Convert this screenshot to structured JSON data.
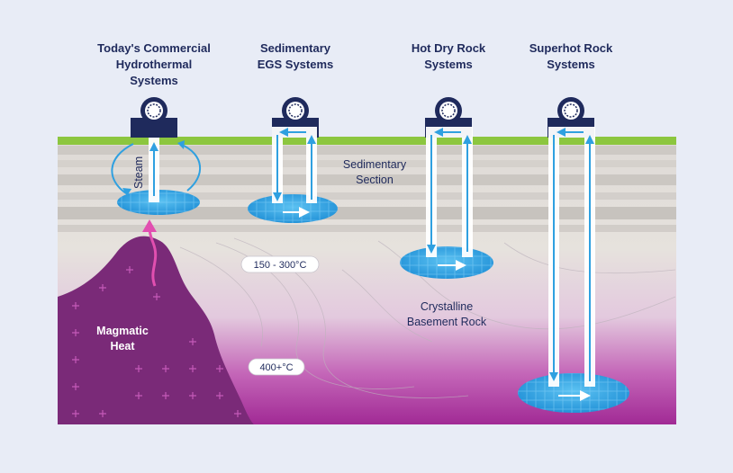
{
  "systems": [
    {
      "line1": "Today's Commercial",
      "line2": "Hydrothermal",
      "line3": "Systems"
    },
    {
      "line1": "Sedimentary",
      "line2": "EGS Systems"
    },
    {
      "line1": "Hot Dry Rock",
      "line2": "Systems"
    },
    {
      "line1": "Superhot Rock",
      "line2": "Systems"
    }
  ],
  "labels": {
    "steam": "Steam",
    "sedimentary_1": "Sedimentary",
    "sedimentary_2": "Section",
    "crystalline_1": "Crystalline",
    "crystalline_2": "Basement Rock",
    "magmatic_1": "Magmatic",
    "magmatic_2": "Heat",
    "temp_low": "150 - 300°C",
    "temp_high": "400+°C"
  },
  "colors": {
    "background": "#e8ecf6",
    "ground_strip": "#8cc63f",
    "sediment": "#d8d6d2",
    "basement": "#e0dcd6",
    "magenta": "#9a1f8e",
    "magma": "#7a2a78",
    "reservoir": "#2fa0e0",
    "turbine_body": "#1f2a5c",
    "pipe_arrow": "#2fa0e0"
  }
}
